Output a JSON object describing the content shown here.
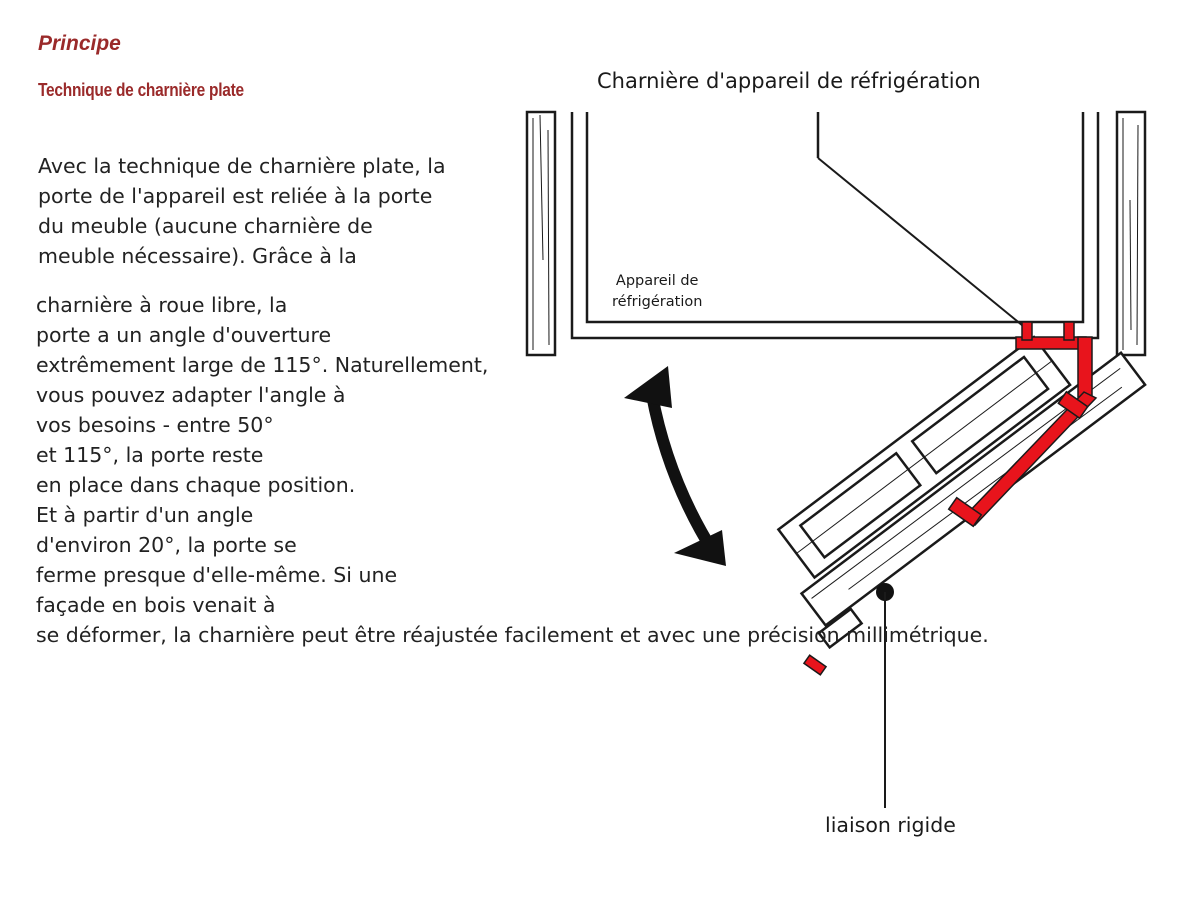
{
  "heading": "Principe",
  "subheading": "Technique de charnière plate",
  "paragraph1": [
    "Avec la technique de charnière plate, la",
    "porte de l'appareil est reliée à la porte",
    "du meuble (aucune charnière de",
    "meuble nécessaire). Grâce à la"
  ],
  "paragraph2": [
    "charnière à roue libre, la",
    "porte a un angle d'ouverture",
    "extrêmement large de 115°. Naturellement,",
    "vous pouvez adapter l'angle à",
    "vos besoins - entre 50°",
    "et 115°, la porte reste",
    "en place dans chaque position.",
    "Et à partir d'un angle",
    "d'environ 20°, la porte se",
    "ferme presque d'elle-même. Si une",
    "façade en bois venait à",
    "se déformer, la charnière peut être réajustée facilement et avec une précision millimétrique."
  ],
  "diagram": {
    "label_title": "Charnière d'appareil de réfrigération",
    "label_appliance": [
      "Appareil de",
      "réfrigération"
    ],
    "label_rigid": "liaison rigide",
    "colors": {
      "heading": "#9a2a2a",
      "hinge": "#e8141c",
      "line": "#1a1a1a"
    }
  }
}
